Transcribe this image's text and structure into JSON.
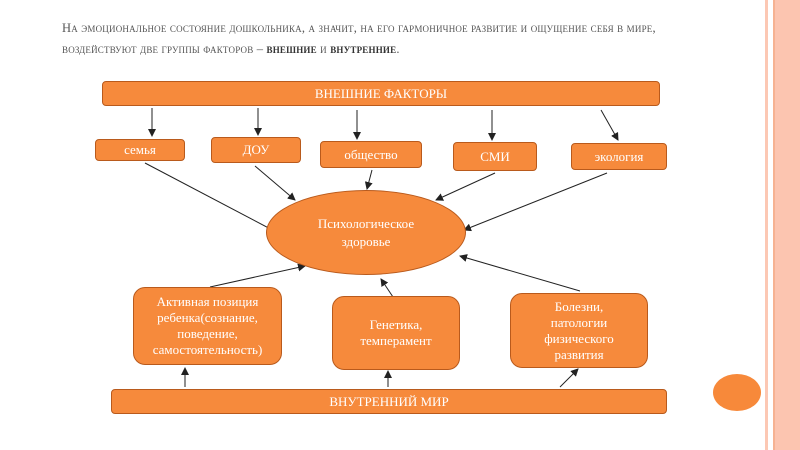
{
  "title": {
    "text": "На эмоциональное состояние дошкольника, а значит, на его гармоничное развитие и ощущение себя в мире, воздействуют две группы факторов – ",
    "bold1": "внешние",
    "mid": " и ",
    "bold2": "внутренние",
    "end": "."
  },
  "external": {
    "label": "ВНЕШНИЕ ФАКТОРЫ",
    "items": [
      "семья",
      "ДОУ",
      "общество",
      "СМИ",
      "экология"
    ]
  },
  "center": {
    "label": "Психологическое здоровье"
  },
  "internal": {
    "label": "ВНУТРЕННИЙ МИР",
    "items": [
      "Активная позиция ребенка(сознание, поведение, самостоятельность)",
      "Генетика, темперамент",
      "Болезни, патологии физического развития"
    ]
  },
  "colors": {
    "accent": "#f68a3c",
    "border": "#b95a1c",
    "stripe": "#fcc5b0"
  }
}
